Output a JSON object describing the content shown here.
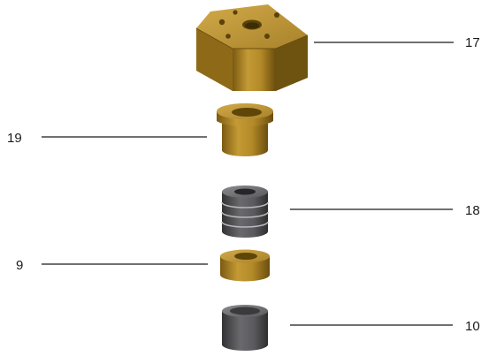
{
  "callouts": {
    "nut": "17",
    "bushing": "19",
    "seal_stack": "18",
    "ring": "9",
    "sleeve": "10"
  },
  "parts": {
    "nut": {
      "icon": "hex-nut-icon",
      "color": "#b08a2a"
    },
    "bushing": {
      "icon": "flanged-bushing-icon",
      "color": "#a88224"
    },
    "seal_stack": {
      "icon": "seal-stack-icon",
      "color": "#4a4a4c",
      "ring_count": 4
    },
    "ring": {
      "icon": "ring-icon",
      "color": "#a98226"
    },
    "sleeve": {
      "icon": "sleeve-icon",
      "color": "#58585c"
    }
  }
}
